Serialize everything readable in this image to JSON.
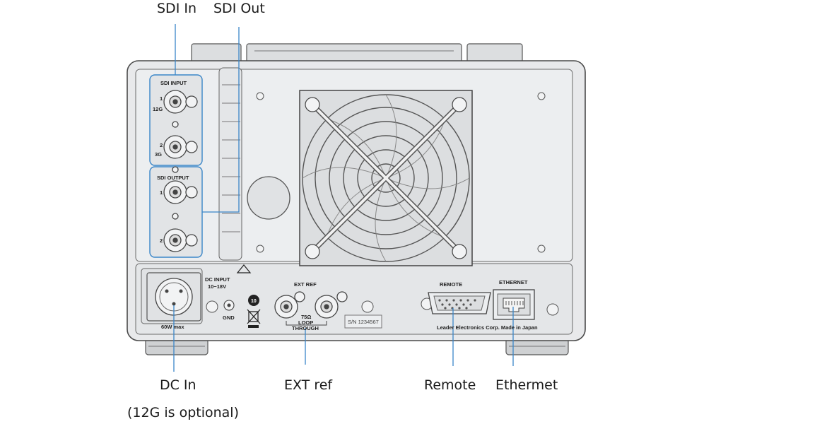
{
  "callouts": {
    "sdi_in": "SDI In",
    "sdi_out": "SDI Out",
    "dc_in": "DC In",
    "ext_ref": "EXT ref",
    "remote": "Remote",
    "ethernet": "Ethermet",
    "footnote": "(12G is optional)"
  },
  "panel_labels": {
    "sdi_input": "SDI   INPUT",
    "sdi_input_1": "1",
    "sdi_input_1_rate": "12G",
    "sdi_input_2": "2",
    "sdi_input_2_rate": "3G",
    "sdi_output": "SDI   OUTPUT",
    "sdi_output_1": "1",
    "sdi_output_2": "2",
    "dc_input": "DC INPUT",
    "dc_voltage": "10−18V",
    "gnd": "GND",
    "power_rating": "60W   max",
    "ext_ref": "EXT   REF",
    "ohm": "75Ω",
    "loop": "LOOP",
    "through": "THROUGH",
    "serial": "S/N  1234567",
    "remote": "REMOTE",
    "ethernet": "ETHERNET",
    "maker": "Leader  Electronics  Corp.  Made  in  Japan",
    "rohs_mark": "10"
  },
  "colors": {
    "callout_line": "#3a86c8",
    "outline": "#555555",
    "panel_fill": "#e2e4e6",
    "foot_fill": "#cfd1d3"
  }
}
